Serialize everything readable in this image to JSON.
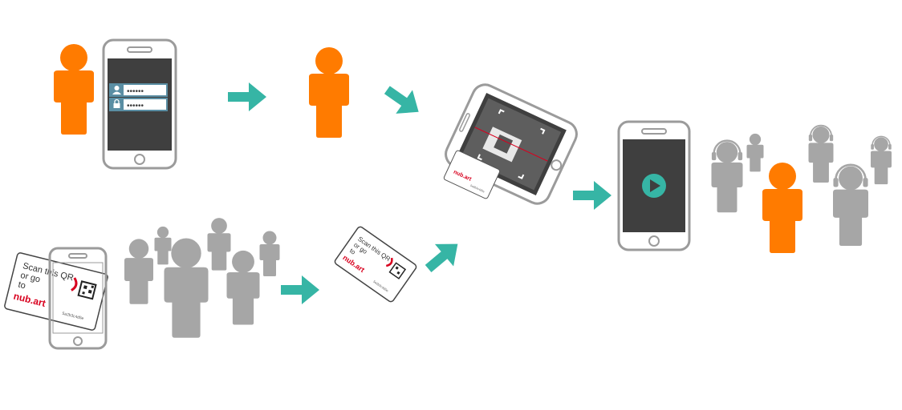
{
  "colors": {
    "orange": "#ff7b00",
    "gray": "#a6a6a6",
    "teal": "#36b5a5",
    "screen": "#3f3f3f",
    "phone_outline": "#9b9b9b",
    "login_field": "#5a8ea3",
    "brand_red": "#d8001e"
  },
  "login": {
    "password_mask_1": "••••••",
    "password_mask_2": "••••••"
  },
  "card": {
    "line1": "Scan this QR",
    "line2": "or go",
    "line3": "to",
    "brand": "nub.art",
    "code": "5a2b3c4d5e"
  },
  "icons": [
    "user-icon",
    "lock-icon",
    "arrow-icon",
    "play-icon",
    "headphones-icon"
  ]
}
